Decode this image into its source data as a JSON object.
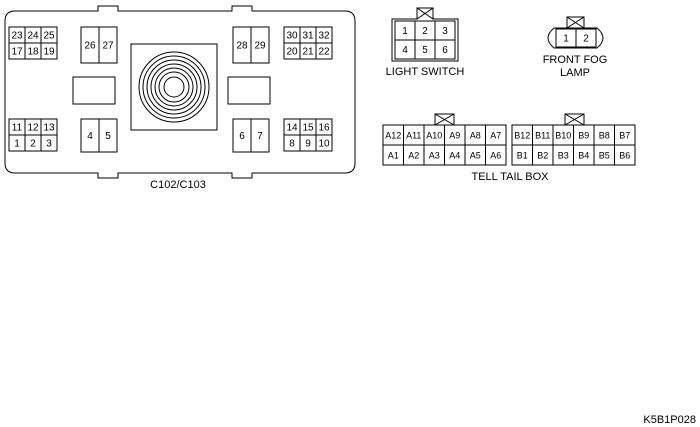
{
  "c102": {
    "caption": "C102/C103",
    "upper_left_rows": [
      [
        "23",
        "24",
        "25"
      ],
      [
        "17",
        "18",
        "19"
      ]
    ],
    "upper_inner_left": [
      [
        "26",
        "27"
      ]
    ],
    "upper_inner_right": [
      [
        "28",
        "29"
      ]
    ],
    "upper_right_rows": [
      [
        "30",
        "31",
        "32"
      ],
      [
        "20",
        "21",
        "22"
      ]
    ],
    "lower_left_rows": [
      [
        "11",
        "12",
        "13"
      ],
      [
        "1",
        "2",
        "3"
      ]
    ],
    "lower_inner_left": [
      [
        "4",
        "5"
      ]
    ],
    "lower_inner_right": [
      [
        "6",
        "7"
      ]
    ],
    "lower_right_rows": [
      [
        "14",
        "15",
        "16"
      ],
      [
        "8",
        "9",
        "10"
      ]
    ]
  },
  "light_switch": {
    "caption": "LIGHT SWITCH",
    "rows": [
      [
        "1",
        "2",
        "3"
      ],
      [
        "4",
        "5",
        "6"
      ]
    ]
  },
  "front_fog": {
    "caption_line1": "FRONT FOG",
    "caption_line2": "LAMP",
    "pins": [
      "1",
      "2"
    ]
  },
  "tell_tail": {
    "caption": "TELL TAIL BOX",
    "a_rows": [
      [
        "A12",
        "A11",
        "A10",
        "A9",
        "A8",
        "A7"
      ],
      [
        "A1",
        "A2",
        "A3",
        "A4",
        "A5",
        "A6"
      ]
    ],
    "b_rows": [
      [
        "B12",
        "B11",
        "B10",
        "B9",
        "B8",
        "B7"
      ],
      [
        "B1",
        "B2",
        "B3",
        "B4",
        "B5",
        "B6"
      ]
    ]
  },
  "figure_code": "K5B1P028"
}
